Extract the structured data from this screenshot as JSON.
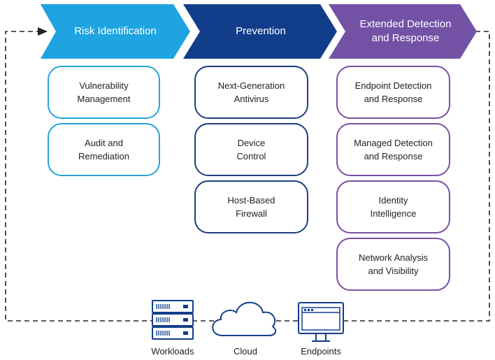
{
  "columns": [
    {
      "title": "Risk Identification",
      "color": "#1ea4e0",
      "items": [
        "Vulnerability\nManagement",
        "Audit and\nRemediation"
      ]
    },
    {
      "title": "Prevention",
      "color": "#123d8a",
      "items": [
        "Next-Generation\nAntivirus",
        "Device\nControl",
        "Host-Based\nFirewall"
      ]
    },
    {
      "title": "Extended Detection\nand Response",
      "color": "#7352a6",
      "items": [
        "Endpoint Detection\nand Response",
        "Managed Detection\nand Response",
        "Identity\nIntelligence",
        "Network Analysis\nand Visibility"
      ]
    }
  ],
  "bottom": {
    "workloads": "Workloads",
    "cloud": "Cloud",
    "endpoints": "Endpoints"
  },
  "icons": {
    "server": "server-icon",
    "cloud": "cloud-icon",
    "endpoint": "monitor-icon",
    "icon_color": "#123d8a"
  }
}
